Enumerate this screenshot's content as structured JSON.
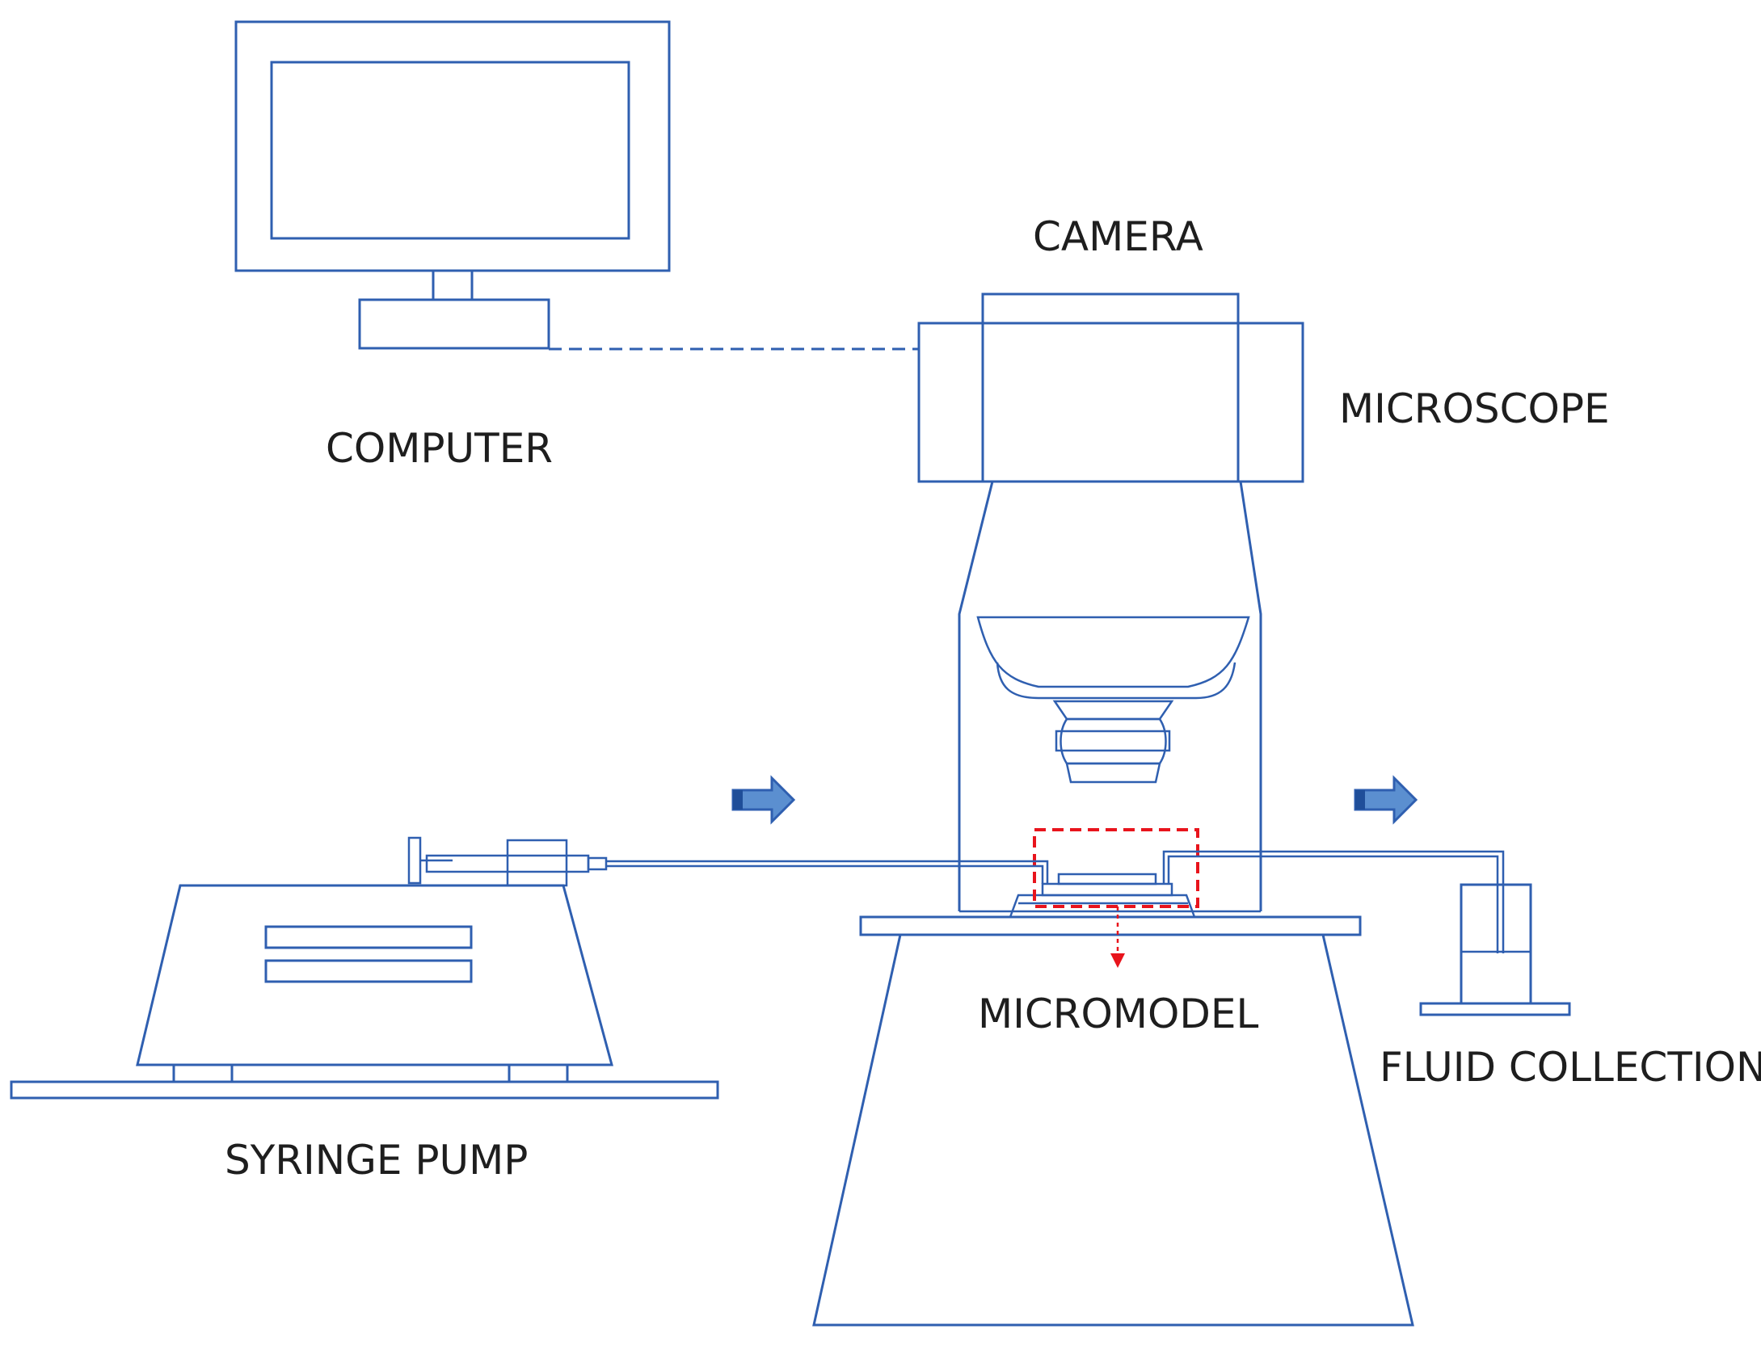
{
  "labels": {
    "camera": "CAMERA",
    "microscope": "MICROSCOPE",
    "computer": "COMPUTER",
    "micromodel": "MICROMODEL",
    "fluid_collection": "FLUID COLLECTION",
    "syringe_pump": "SYRINGE PUMP"
  },
  "colors": {
    "line": "#2f5fb0",
    "arrow_fill": "#5b8fd0",
    "highlight": "#e8141c",
    "text": "#1e1e1e"
  }
}
